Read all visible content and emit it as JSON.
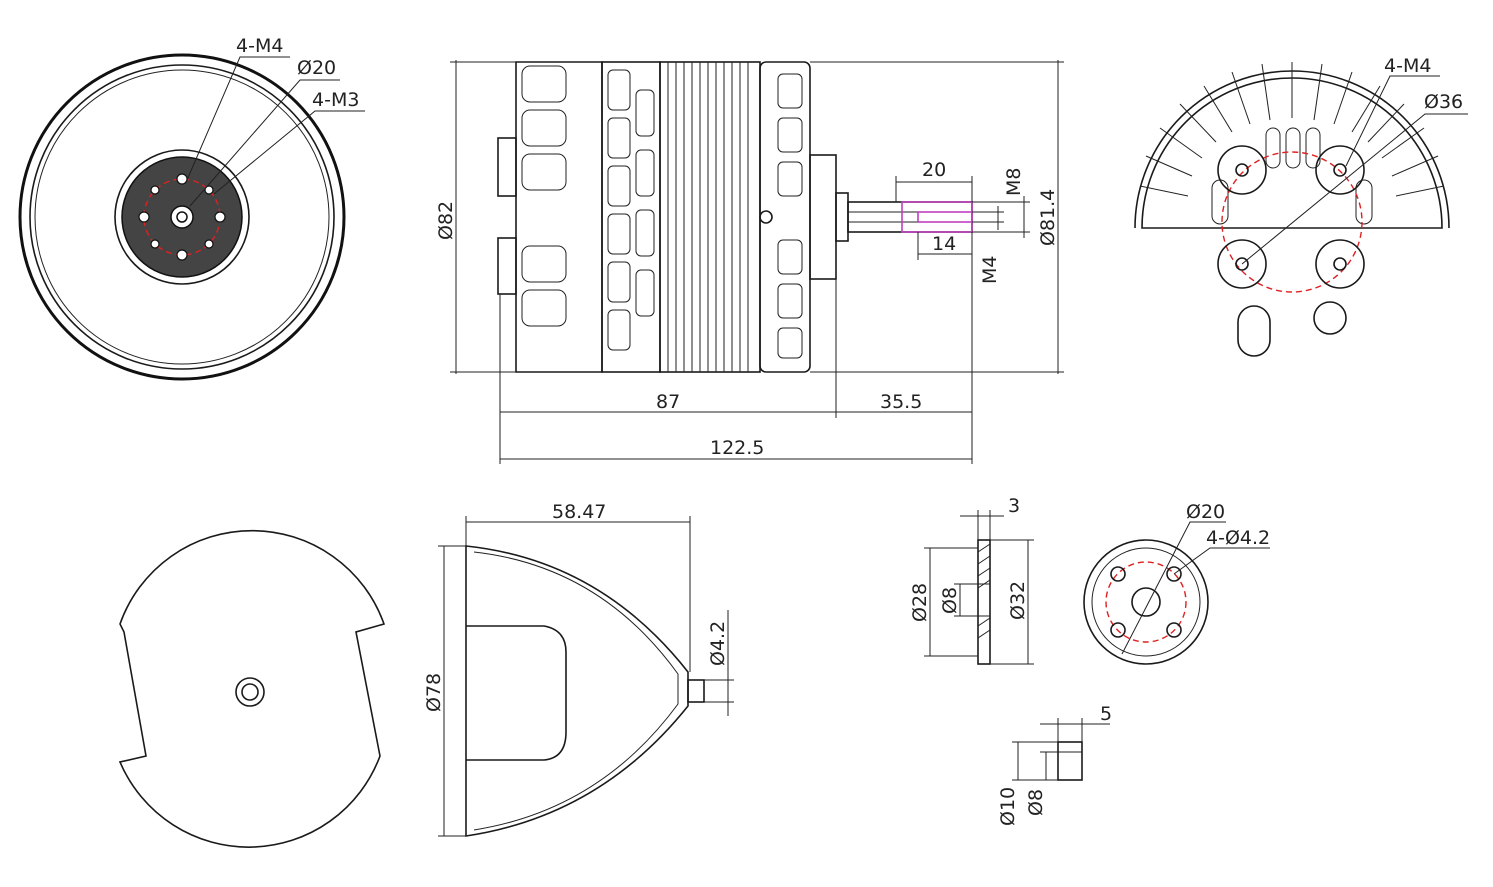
{
  "colors": {
    "line": "#1a1a1a",
    "pitch_circle": "#e02020",
    "thread_highlight": "#c040c0",
    "background": "#ffffff"
  },
  "front_view": {
    "label_4m4": "4-M4",
    "label_d20": "Ø20",
    "label_4m3": "4-M3"
  },
  "side_view": {
    "label_d82": "Ø82",
    "label_d81_4": "Ø81.4",
    "label_20": "20",
    "label_m8": "M8",
    "label_14": "14",
    "label_m4": "M4",
    "label_87": "87",
    "label_35_5": "35.5",
    "label_122_5": "122.5"
  },
  "rear_view": {
    "label_4m4": "4-M4",
    "label_d36": "Ø36"
  },
  "spinner_side": {
    "label_58_47": "58.47",
    "label_d78": "Ø78",
    "label_d4_2": "Ø4.2"
  },
  "adapter_side": {
    "label_3": "3",
    "label_d28": "Ø28",
    "label_d8": "Ø8",
    "label_d32": "Ø32"
  },
  "adapter_face": {
    "label_d20": "Ø20",
    "label_4d4_2": "4-Ø4.2"
  },
  "spacer": {
    "label_5": "5",
    "label_d10": "Ø10",
    "label_d8": "Ø8"
  }
}
